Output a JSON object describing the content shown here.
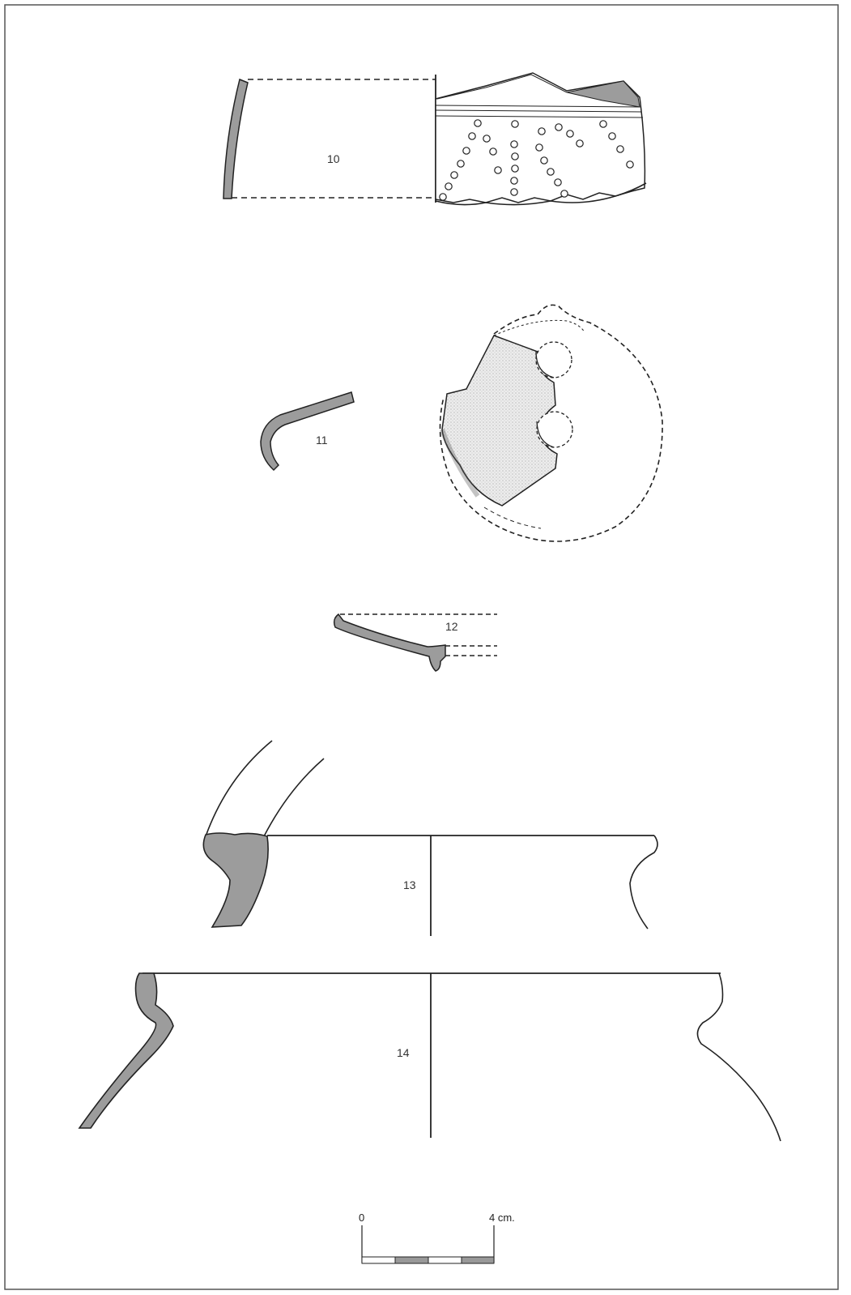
{
  "figure": {
    "frame_color": "#555555",
    "section_fill": "#9c9c9c",
    "stroke_color": "#222222"
  },
  "sherds": [
    {
      "id": "sherd-10",
      "label": "10"
    },
    {
      "id": "sherd-11",
      "label": "11"
    },
    {
      "id": "sherd-12",
      "label": "12"
    },
    {
      "id": "sherd-13",
      "label": "13"
    },
    {
      "id": "sherd-14",
      "label": "14"
    }
  ],
  "scale_bar": {
    "start_label": "0",
    "end_label": "4 cm.",
    "segments": 4
  }
}
